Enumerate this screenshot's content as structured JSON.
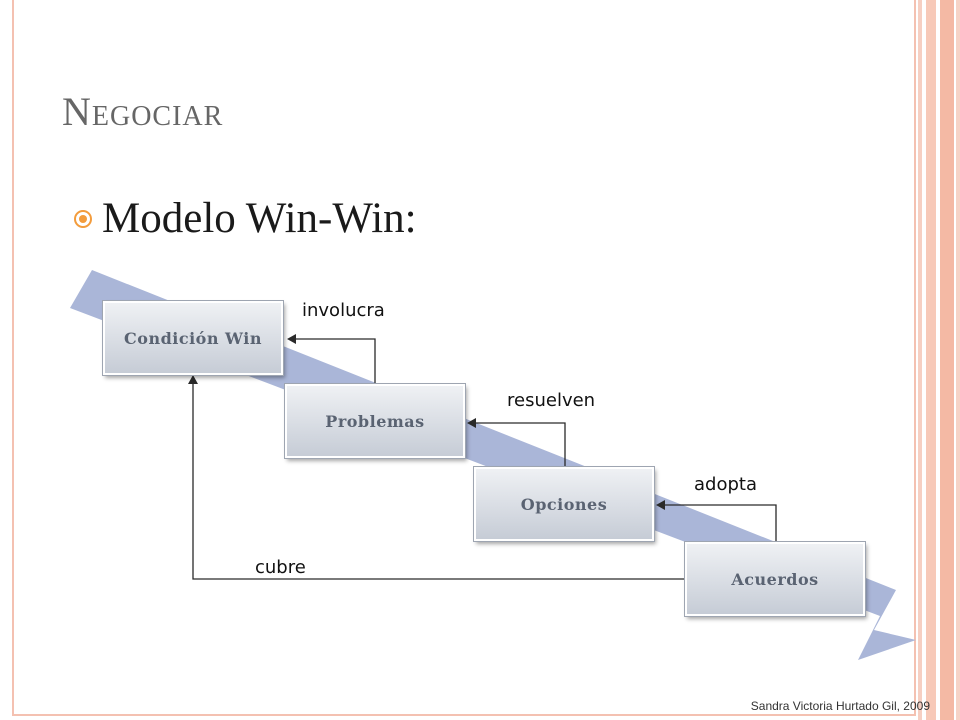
{
  "slide": {
    "title": "Negociar",
    "bullet": "Modelo Win-Win:",
    "footer": "Sandra Victoria Hurtado Gil, 2009"
  },
  "diagram": {
    "boxes": [
      "Condición Win",
      "Problemas",
      "Opciones",
      "Acuerdos"
    ],
    "relations": [
      "involucra",
      "resuelven",
      "adopta",
      "cubre"
    ]
  },
  "colors": {
    "accent_orange": "#f39c3c",
    "frame_pink": "#f4c1b1",
    "arrow_band": "#aab6d8",
    "title_gray": "#666666"
  }
}
